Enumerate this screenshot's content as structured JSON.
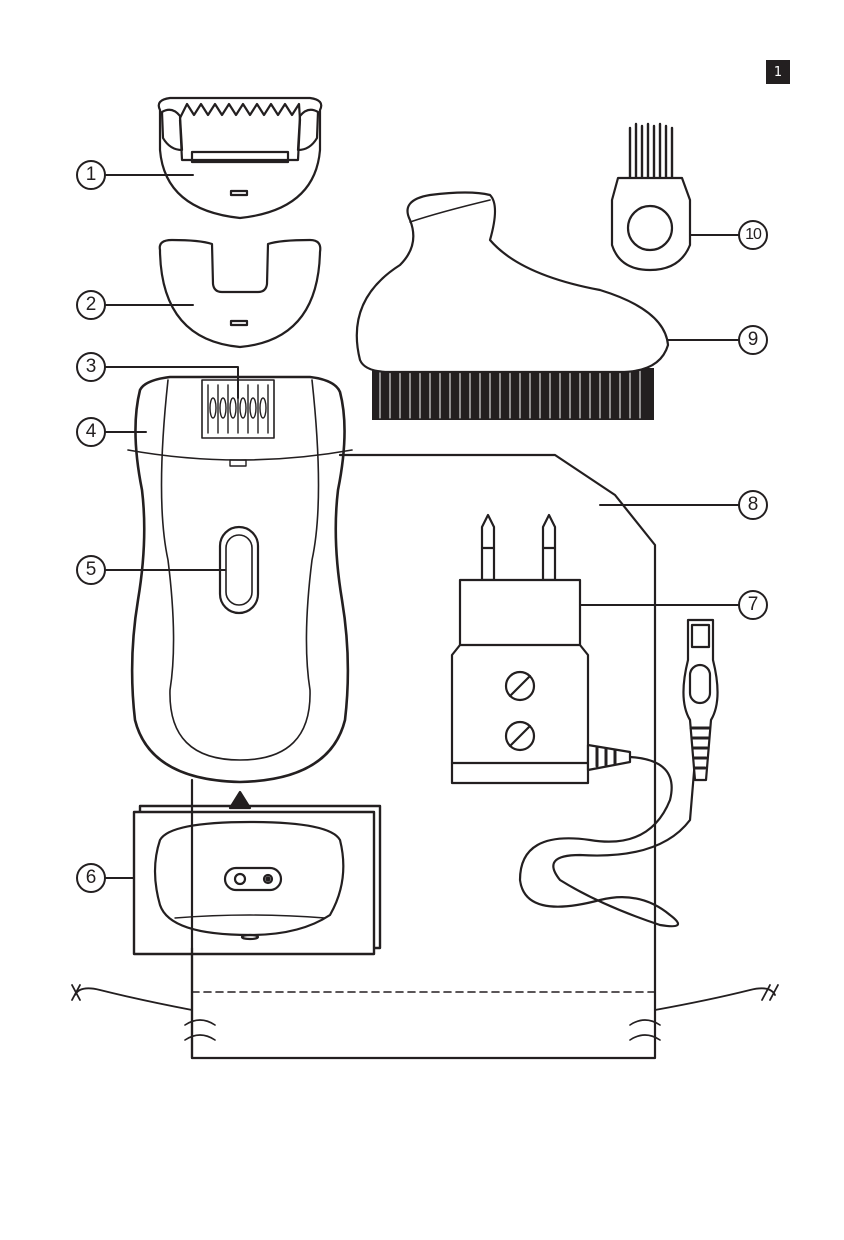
{
  "page": {
    "number": "1"
  },
  "callouts": [
    "1",
    "2",
    "3",
    "4",
    "5",
    "6",
    "7",
    "8",
    "9",
    "10"
  ],
  "colors": {
    "ink": "#231f20",
    "background": "#ffffff"
  }
}
